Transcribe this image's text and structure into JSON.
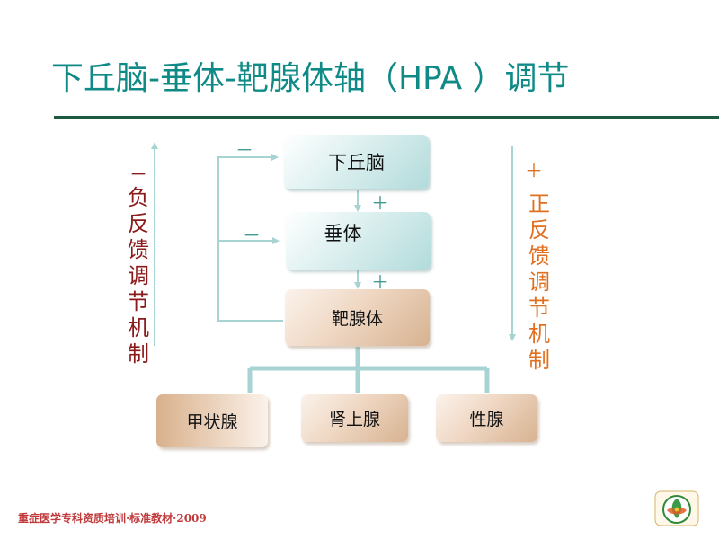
{
  "title": "下丘脑-垂体-靶腺体轴（HPA ）调节",
  "boxes": {
    "hypothalamus": "下丘脑",
    "pituitary": "垂体",
    "target_gland": "靶腺体",
    "thyroid": "甲状腺",
    "adrenal": "肾上腺",
    "gonad": "性腺"
  },
  "signs": {
    "minus_top": "－",
    "minus_mid": "－",
    "plus_1": "＋",
    "plus_2": "＋",
    "left_label_sign": "－",
    "right_label_sign": "＋"
  },
  "negative_feedback": [
    "负",
    "反",
    "馈",
    "调",
    "节",
    "机",
    "制"
  ],
  "positive_feedback": [
    "正",
    "反",
    "馈",
    "调",
    "节",
    "机",
    "制"
  ],
  "footer": "重症医学专科资质培训·标准教材·2009",
  "colors": {
    "title": "#0f8a86",
    "negative": "#8b1a1a",
    "positive": "#e07020",
    "line": "#a8d3d3",
    "footer": "#c0393b"
  }
}
